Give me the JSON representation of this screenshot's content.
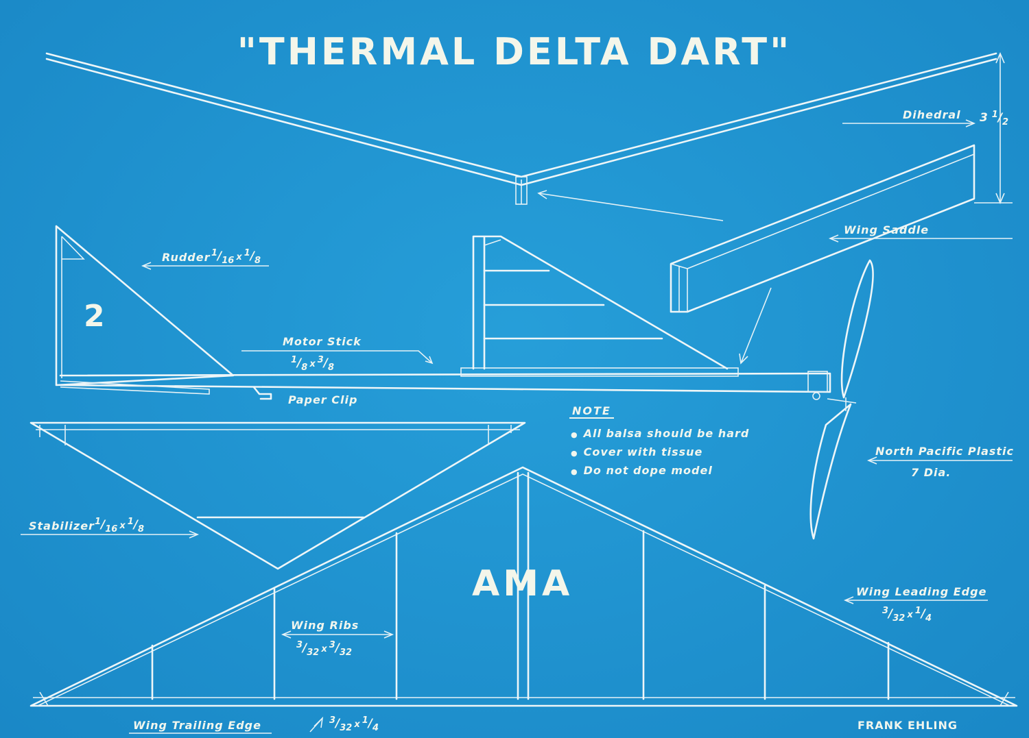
{
  "title": "\"THERMAL DELTA DART\"",
  "watermark": "AMA",
  "sheet_number": "2",
  "author": "FRANK EHLING",
  "labels": {
    "dihedral": "Dihedral",
    "dihedral_value": {
      "whole": "3",
      "num": "1",
      "den": "2"
    },
    "wing_saddle": "Wing Saddle",
    "rudder": "Rudder",
    "rudder_size": {
      "a_num": "1",
      "a_den": "16",
      "b_num": "1",
      "b_den": "8"
    },
    "motor_stick": "Motor Stick",
    "motor_stick_size": {
      "a_num": "1",
      "a_den": "8",
      "b_num": "3",
      "b_den": "8"
    },
    "paper_clip": "Paper Clip",
    "propeller": "North Pacific Plastic",
    "propeller_size": "7 Dia.",
    "stabilizer": "Stabilizer",
    "stabilizer_size": {
      "a_num": "1",
      "a_den": "16",
      "b_num": "1",
      "b_den": "8"
    },
    "wing_ribs": "Wing Ribs",
    "wing_ribs_size": {
      "a_num": "3",
      "a_den": "32",
      "b_num": "3",
      "b_den": "32"
    },
    "leading_edge": "Wing Leading Edge",
    "leading_edge_size": {
      "a_num": "3",
      "a_den": "32",
      "b_num": "1",
      "b_den": "4"
    },
    "trailing_edge": "Wing Trailing Edge",
    "trailing_edge_size": {
      "a_num": "3",
      "a_den": "32",
      "b_num": "1",
      "b_den": "4"
    }
  },
  "note": {
    "title": "NOTE",
    "items": [
      "All balsa should be hard",
      "Cover with tissue",
      "Do not dope model"
    ]
  },
  "size_separator": "x",
  "colors": {
    "paper": "#1f97d3",
    "ink": "#eef6f8"
  }
}
